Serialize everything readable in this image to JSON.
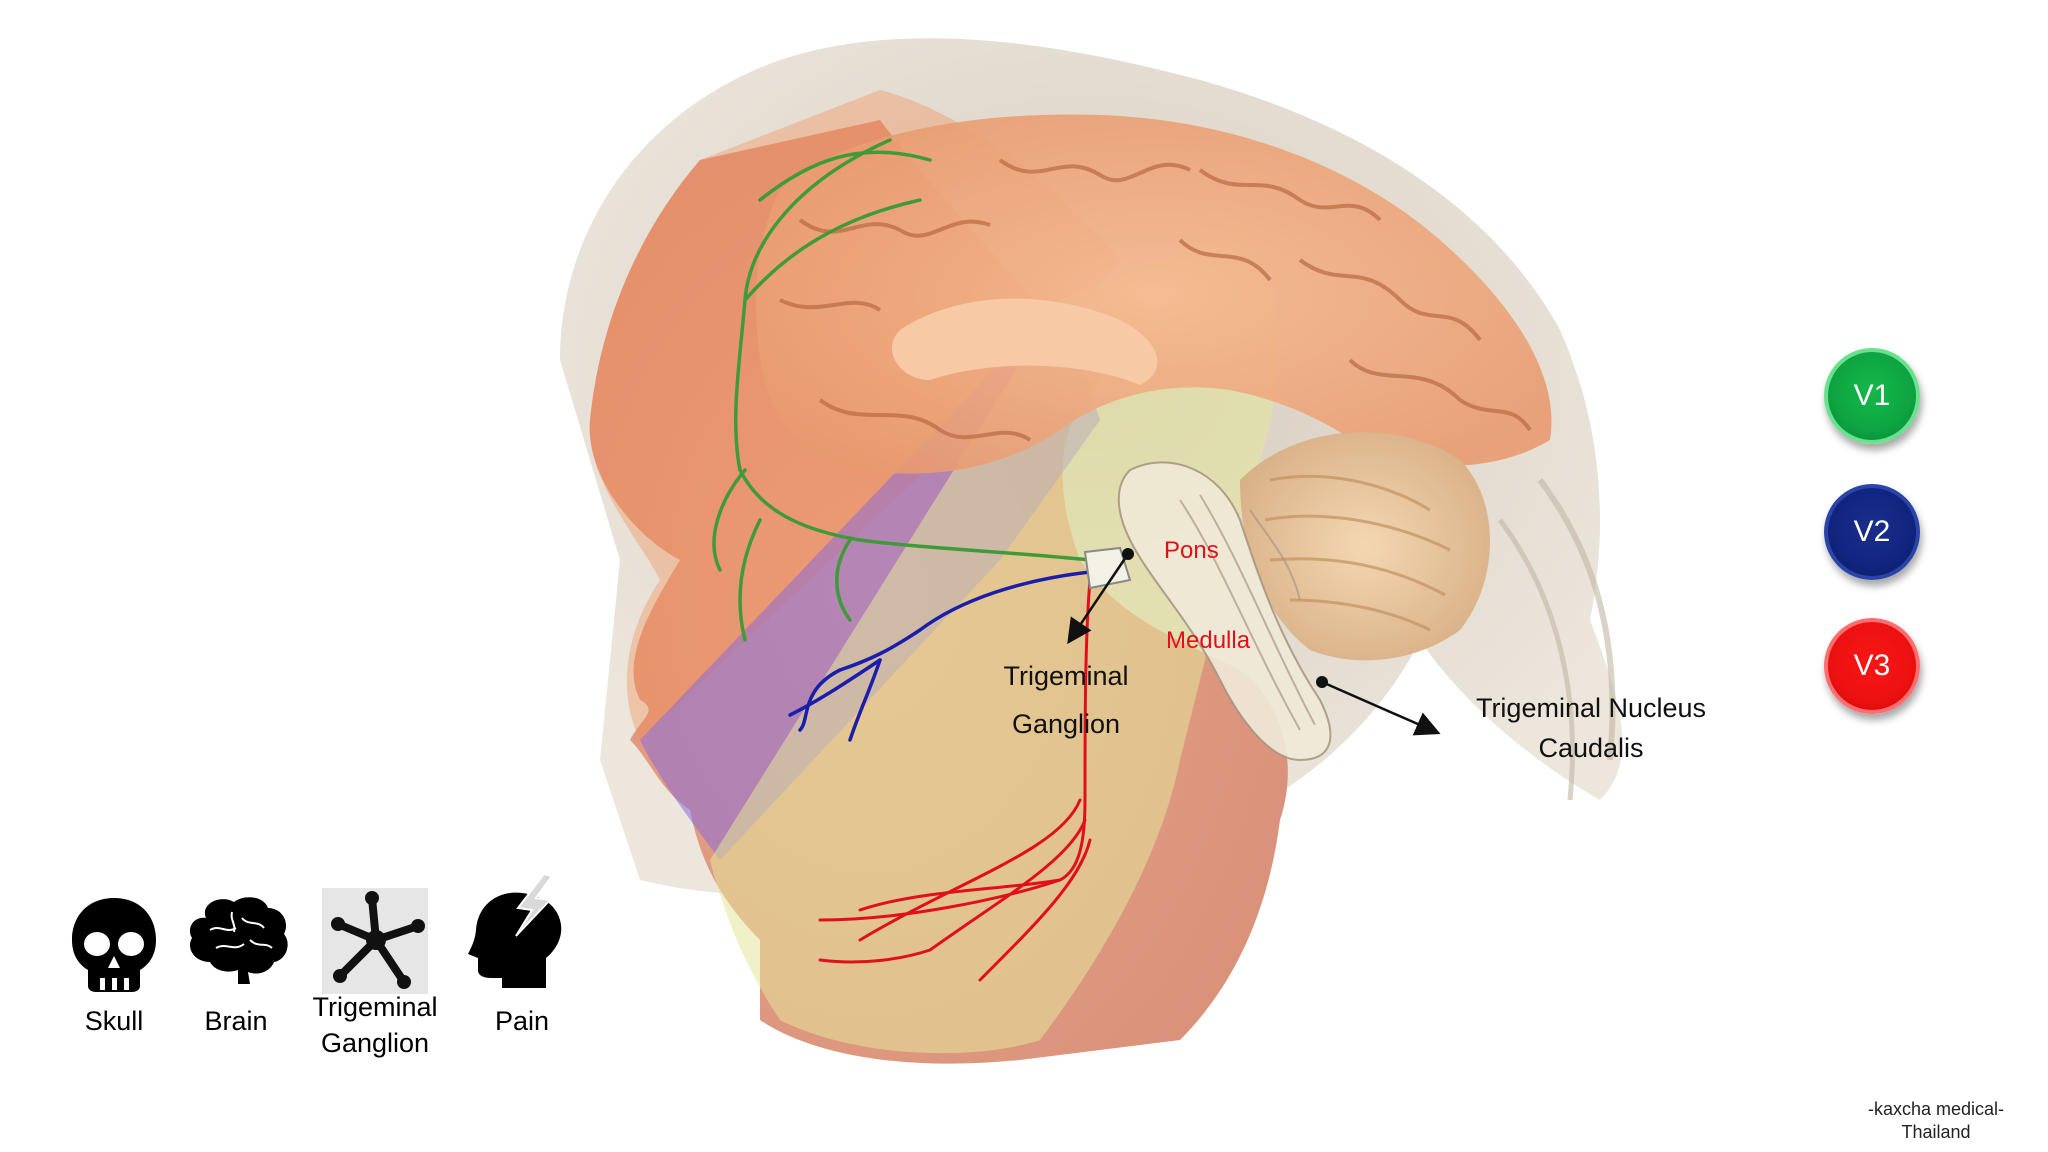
{
  "anatomy_labels": {
    "pons": "Pons",
    "medulla": "Medulla",
    "trigeminal_ganglion": [
      "Trigeminal",
      "Ganglion"
    ],
    "trigeminal_nucleus_caudalis": [
      "Trigeminal Nucleus",
      "Caudalis"
    ]
  },
  "nerve_branches": [
    {
      "label": "V1",
      "color": "#0da442"
    },
    {
      "label": "V2",
      "color": "#112580"
    },
    {
      "label": "V3",
      "color": "#ee1111"
    }
  ],
  "icon_legend": [
    {
      "icon": "skull-icon",
      "label": [
        "Skull"
      ]
    },
    {
      "icon": "brain-icon",
      "label": [
        "Brain"
      ]
    },
    {
      "icon": "trigeminal-ganglion-icon",
      "label": [
        "Trigeminal",
        "Ganglion"
      ]
    },
    {
      "icon": "pain-icon",
      "label": [
        "Pain"
      ]
    }
  ],
  "credit": [
    "-kaxcha medical-",
    "Thailand"
  ]
}
